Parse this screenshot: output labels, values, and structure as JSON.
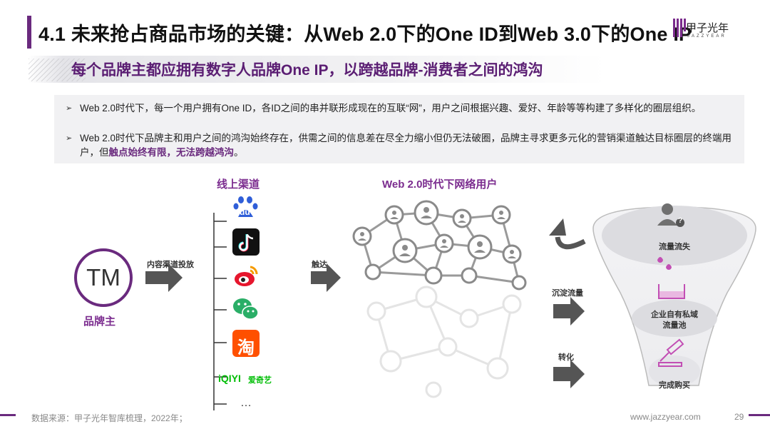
{
  "header": {
    "title": "4.1 未来抢占商品市场的关键：从Web 2.0下的One ID到Web 3.0下的One IP",
    "logo_cn": "甲子光年",
    "logo_en": "JAZZYEAR"
  },
  "subtitle": "每个品牌主都应拥有数字人品牌One IP，以跨越品牌-消费者之间的鸿沟",
  "bullets": {
    "b1": "Web 2.0时代下，每一个用户拥有One ID，各ID之间的串并联形成现在的互联“网”，用户之间根据兴趣、爱好、年龄等等构建了多样化的圈层组织。",
    "b2_pre": "Web 2.0时代下品牌主和用户之间的鸿沟始终存在，供需之间的信息差在尽全力缩小但仍无法破圈，品牌主寻求更多元化的营销渠道触达目标圈层的终端用户，但",
    "b2_hl": "触点始终有限，无法跨越鸿沟",
    "b2_post": "。"
  },
  "diagram": {
    "online_channels": "线上渠道",
    "network_users": "Web 2.0时代下网络用户",
    "content_delivery": "内容渠道投放",
    "reach": "触达",
    "brand_owner": "品牌主",
    "tm": "TM",
    "channels": {
      "baidu": "du",
      "taobao": "淘",
      "iqiyi": "iQIYI",
      "iqiyi_cn": "爱奇艺",
      "more": "…"
    },
    "sink_traffic": "沉淀流量",
    "convert": "转化",
    "funnel": {
      "loss": "流量流失",
      "pool_1": "企业自有私域",
      "pool_2": "流量池",
      "purchase": "完成购买"
    },
    "question_mark": "?"
  },
  "footer": {
    "source": "数据来源：甲子光年智库梳理，2022年；",
    "url": "www.jazzyear.com",
    "page": "29"
  },
  "colors": {
    "brand_purple": "#6a2a7e",
    "subtitle_purple": "#5b1e73",
    "arrow_gray": "#555555"
  }
}
